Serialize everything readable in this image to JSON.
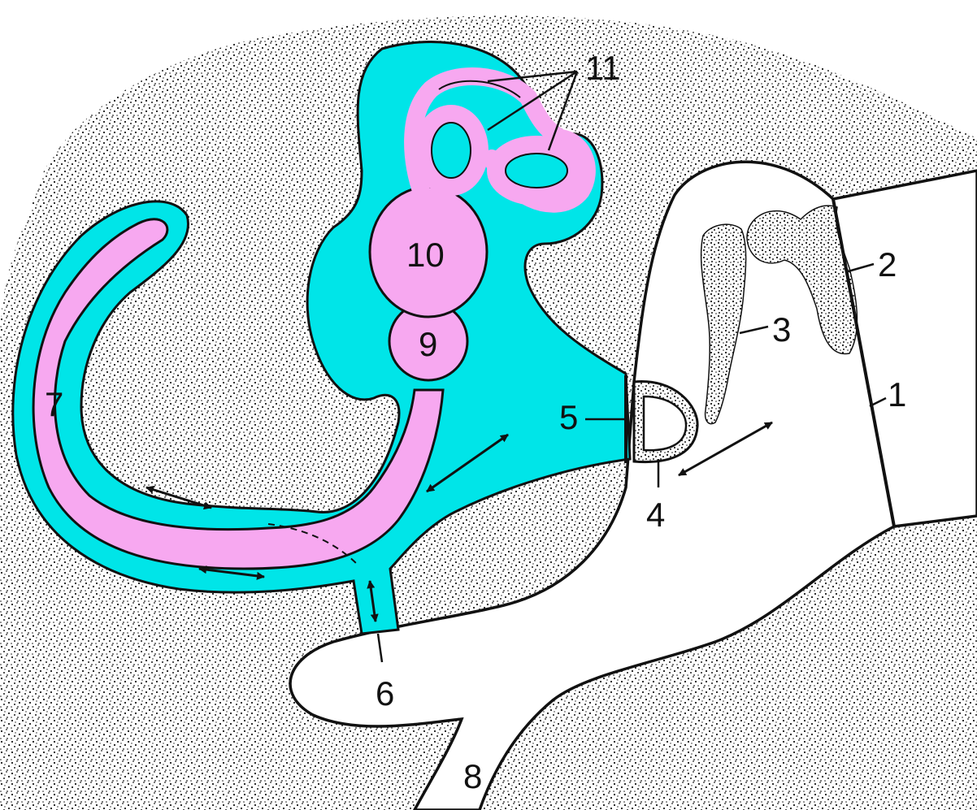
{
  "diagram": {
    "colors": {
      "bone_stipple": "#1a1a1a",
      "perilymph": "#00e5e8",
      "endolymph": "#f7a8f0",
      "outline": "#111111",
      "air_space": "#ffffff"
    },
    "labels": {
      "l1": "1",
      "l2": "2",
      "l3": "3",
      "l4": "4",
      "l5": "5",
      "l6": "6",
      "l7": "7",
      "l8": "8",
      "l9": "9",
      "l10": "10",
      "l11": "11"
    }
  }
}
